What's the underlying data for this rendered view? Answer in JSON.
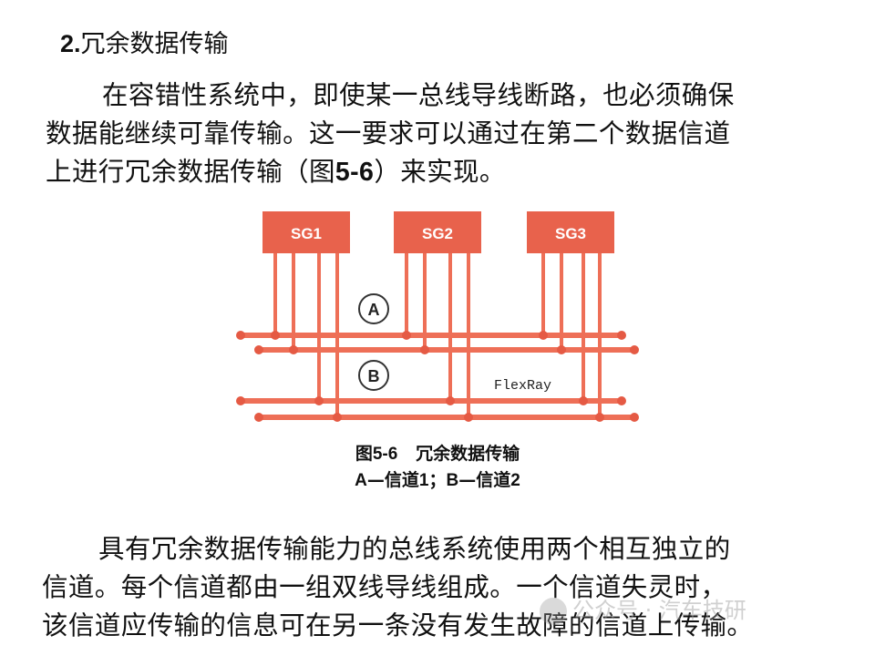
{
  "section": {
    "number": "2.",
    "title": "冗余数据传输"
  },
  "paragraph1": {
    "line1": "在容错性系统中，即使某一总线导线断路，也必须确保",
    "line2": "数据能继续可靠传输。这一要求可以通过在第二个数据信道",
    "line3_a": "上进行冗余数据传输（图",
    "line3_ref": "5-6",
    "line3_b": "）来实现。"
  },
  "figure": {
    "units": [
      "SG1",
      "SG2",
      "SG3"
    ],
    "channel_a": "A",
    "channel_b": "B",
    "bus_label": "FlexRay",
    "colors": {
      "unit_fill": "#e8624c",
      "wire": "#ee6f57",
      "node": "#e55a44"
    },
    "caption_title_prefix": "图",
    "caption_title_ref": "5-6",
    "caption_title_text": "冗余数据传输",
    "caption_legend_a": "A",
    "caption_legend_a_text": "—信道",
    "caption_legend_a_num": "1",
    "caption_legend_sep": "；",
    "caption_legend_b": "B",
    "caption_legend_b_text": "—信道",
    "caption_legend_b_num": "2"
  },
  "paragraph2": {
    "line1": "具有冗余数据传输能力的总线系统使用两个相互独立的",
    "line2": "信道。每个信道都由一组双线导线组成。一个信道失灵时，",
    "line3": "该信道应传输的信息可在另一条没有发生故障的信道上传输。"
  },
  "watermark": {
    "text": "公众号 · 汽车技研"
  }
}
